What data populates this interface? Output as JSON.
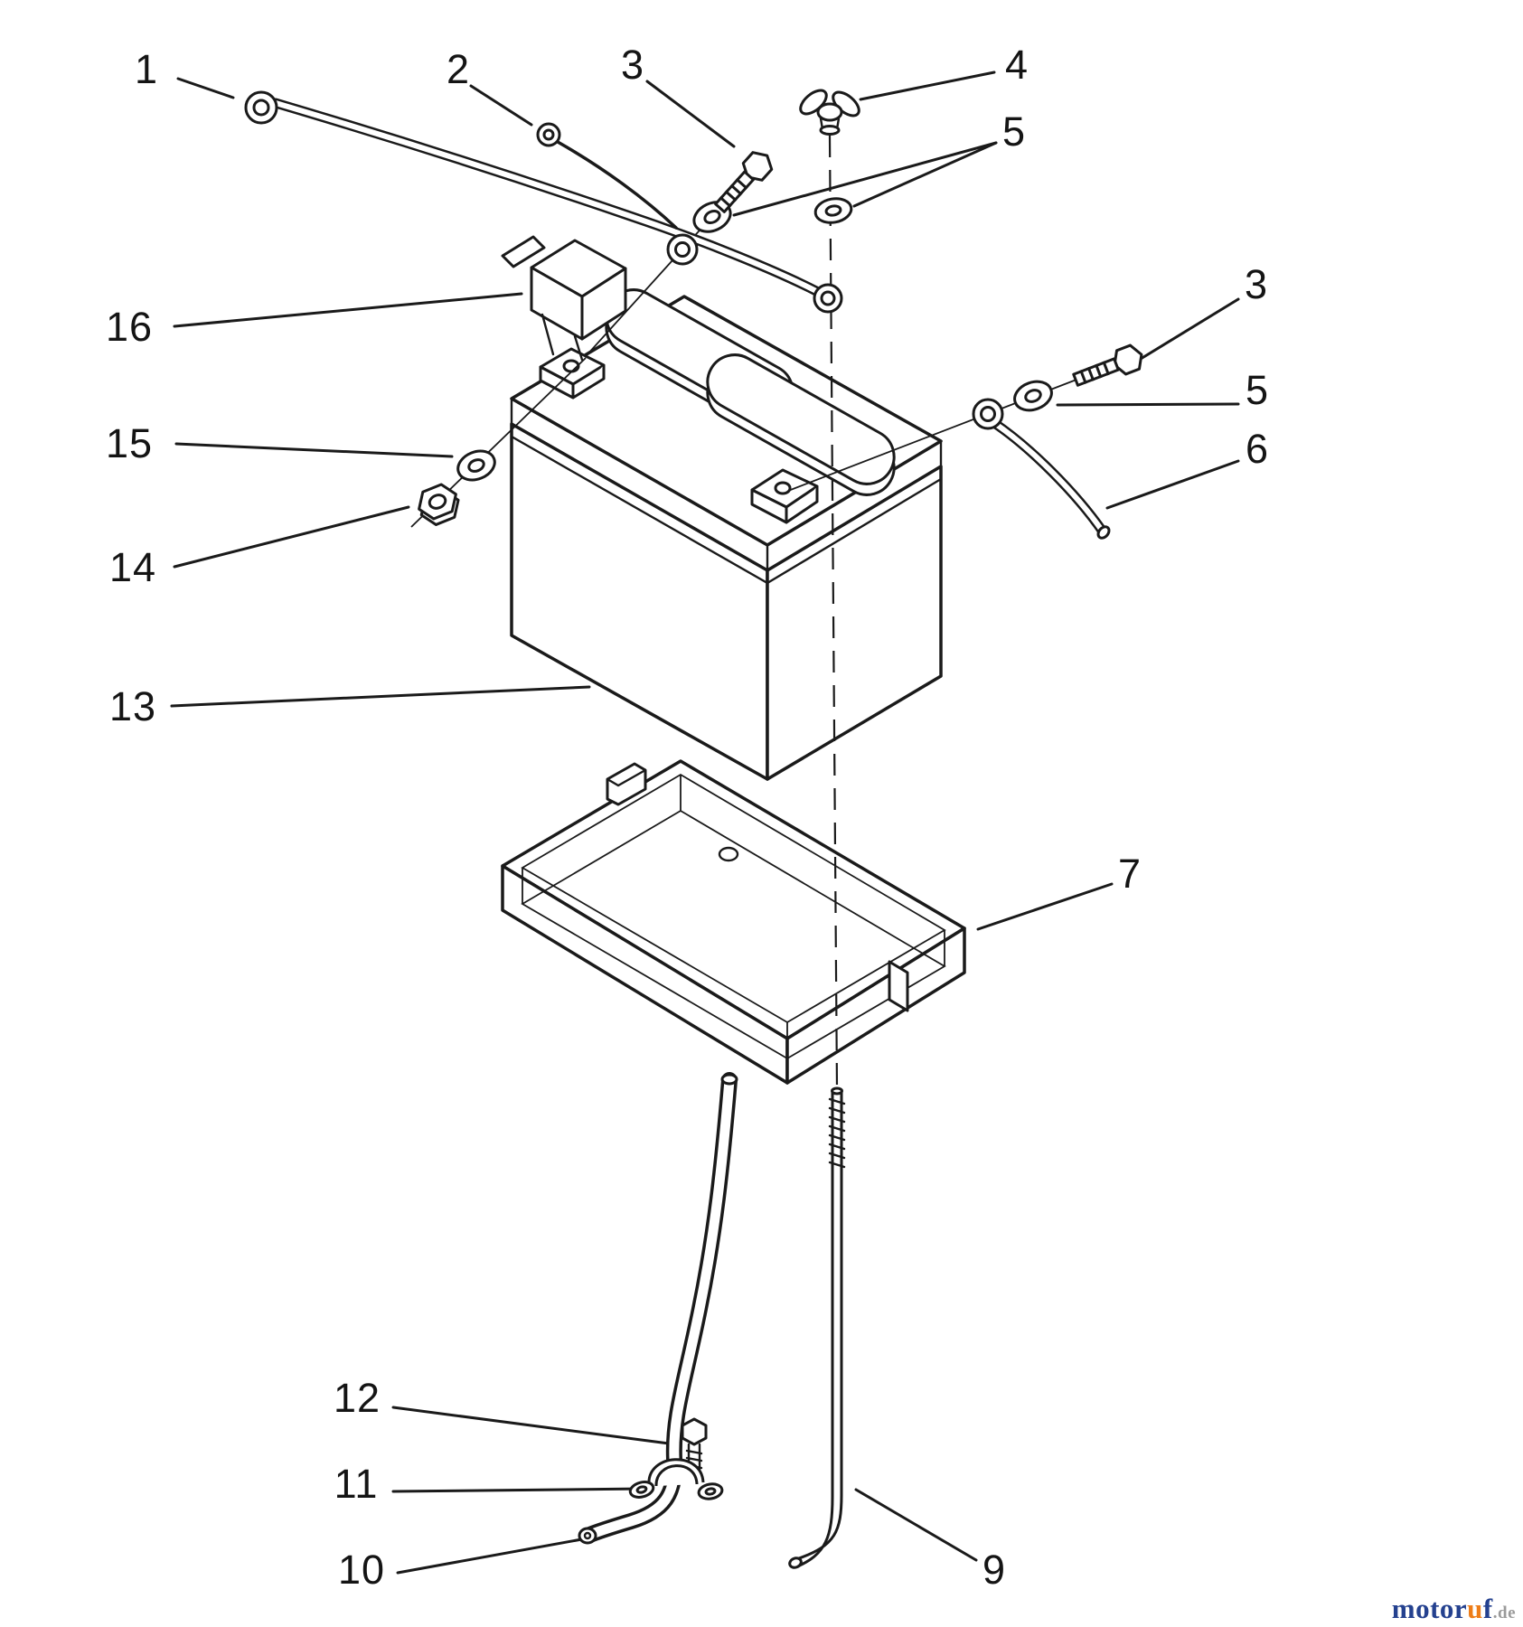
{
  "figure": {
    "background": "#ffffff",
    "line_color": "#1a1a1a"
  },
  "callouts": [
    {
      "label": "1"
    },
    {
      "label": "2"
    },
    {
      "label": "3"
    },
    {
      "label": "4"
    },
    {
      "label": "5"
    },
    {
      "label": "3"
    },
    {
      "label": "5"
    },
    {
      "label": "6"
    },
    {
      "label": "7"
    },
    {
      "label": "13"
    },
    {
      "label": "14"
    },
    {
      "label": "15"
    },
    {
      "label": "16"
    },
    {
      "label": "12"
    },
    {
      "label": "11"
    },
    {
      "label": "10"
    },
    {
      "label": "9"
    }
  ],
  "watermark": {
    "brand_prefix": "motor",
    "brand_accent": "u",
    "brand_suffix": "f",
    "tld": ".de",
    "prefix_color": "#24418f",
    "accent_color": "#ee7d18",
    "tld_color": "#9a9a9a"
  }
}
